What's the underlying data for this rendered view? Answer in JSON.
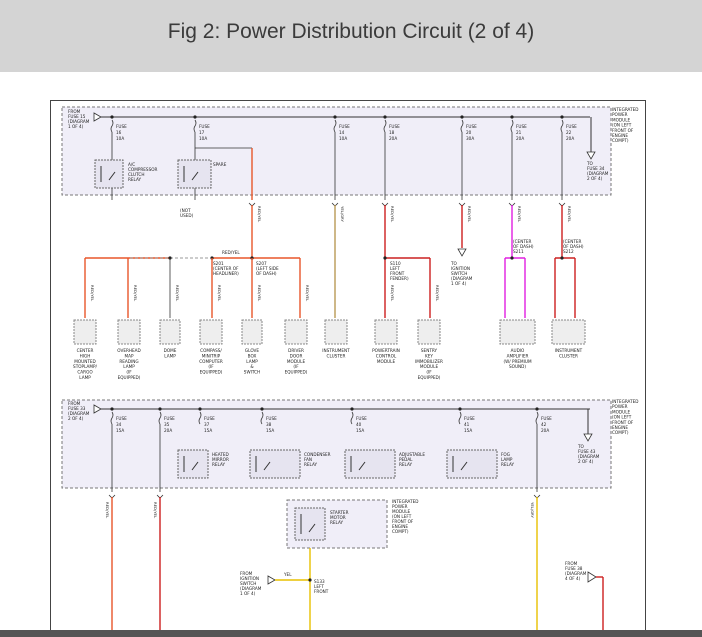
{
  "header": {
    "title": "Fig 2: Power Distribution Circuit (2 of 4)"
  },
  "module_top": {
    "from_label": [
      "FROM",
      "FUSE 15",
      "(DIAGRAM",
      "1 OF 4)"
    ],
    "side_label": [
      "INTEGRATED",
      "POWER",
      "MODULE",
      "(ON LEFT",
      "FRONT OF",
      "ENGINE",
      "COMPT)"
    ],
    "to_label": [
      "TO",
      "FUSE 34",
      "(DIAGRAM",
      "2 OF 4)"
    ],
    "fuses": [
      {
        "name": "FUSE",
        "num": "16",
        "amp": "10A"
      },
      {
        "name": "FUSE",
        "num": "17",
        "amp": "10A"
      },
      {
        "name": "FUSE",
        "num": "14",
        "amp": "10A"
      },
      {
        "name": "FUSE",
        "num": "18",
        "amp": "20A"
      },
      {
        "name": "FUSE",
        "num": "20",
        "amp": "30A"
      },
      {
        "name": "FUSE",
        "num": "21",
        "amp": "20A"
      },
      {
        "name": "FUSE",
        "num": "22",
        "amp": "20A"
      }
    ],
    "relays": [
      [
        "A/C",
        "COMPRESSOR",
        "CLUTCH",
        "RELAY"
      ],
      [
        "SPARE"
      ]
    ],
    "not_used": [
      "(NOT",
      "USED)"
    ]
  },
  "wires_top": [
    "RED/YEL",
    "RED/YEL",
    "YEL/GRY",
    "RED/YEL",
    "RED/YEL",
    "RED/YEL",
    "RED/YEL"
  ],
  "splices": {
    "s201": [
      "S201",
      "(CENTER OF",
      "HEADLINER)"
    ],
    "s207": [
      "S207",
      "(LEFT SIDE",
      "OF DASH)"
    ],
    "s110": [
      "S110",
      "LEFT",
      "FRONT",
      "FENDER)"
    ],
    "s211": [
      "(CENTER",
      "OF DASH)",
      "S211"
    ],
    "s212": [
      "(CENTER",
      "OF DASH)",
      "S212"
    ],
    "red_yel": "RED/YEL"
  },
  "to_ignition": [
    "TO",
    "IGNITION",
    "SWITCH",
    "(DIAGRAM",
    "1 OF 4)"
  ],
  "loads": [
    [
      "CENTER",
      "HIGH",
      "MOUNTED",
      "STOPLAMP/",
      "CARGO",
      "LAMP"
    ],
    [
      "OVERHEAD",
      "MAP",
      "READING",
      "LAMP",
      "(IF",
      "EQUIPPED)"
    ],
    [
      "DOME",
      "LAMP"
    ],
    [
      "COMPASS/",
      "MINITRIP",
      "COMPUTER",
      "(IF",
      "EQUIPPED)"
    ],
    [
      "GLOVE",
      "BOX",
      "LAMP",
      "&",
      "SWITCH"
    ],
    [
      "DRIVER",
      "DOOR",
      "MODULE",
      "(IF",
      "EQUIPPED)"
    ],
    [
      "INSTRUMENT",
      "CLUSTER"
    ],
    [
      "POWERTRAIN",
      "CONTROL",
      "MODULE"
    ],
    [
      "SENTRY",
      "KEY",
      "IMMOBILIZER",
      "MODULE",
      "(IF",
      "EQUIPPED)"
    ],
    [
      "AUDIO",
      "AMPLIFIER",
      "(W/ PREMIUM",
      "SOUND)"
    ],
    [
      "INSTRUMENT",
      "CLUSTER"
    ]
  ],
  "module_bottom": {
    "from_label": [
      "FROM",
      "FUSE 33",
      "(DIAGRAM",
      "2 OF 4)"
    ],
    "side_label": [
      "INTEGRATED",
      "POWER",
      "MODULE",
      "(ON LEFT",
      "FRONT OF",
      "ENGINE",
      "COMPT)"
    ],
    "to_label": [
      "TO",
      "FUSE 43",
      "(DIAGRAM",
      "2 OF 4)"
    ],
    "fuses": [
      {
        "name": "FUSE",
        "num": "34",
        "amp": "15A"
      },
      {
        "name": "FUSE",
        "num": "35",
        "amp": "20A"
      },
      {
        "name": "FUSE",
        "num": "37",
        "amp": "15A"
      },
      {
        "name": "FUSE",
        "num": "38",
        "amp": "15A"
      },
      {
        "name": "FUSE",
        "num": "40",
        "amp": "15A"
      },
      {
        "name": "FUSE",
        "num": "41",
        "amp": "15A"
      },
      {
        "name": "FUSE",
        "num": "42",
        "amp": "20A"
      }
    ],
    "relays": [
      [
        "HEATED",
        "MIRROR",
        "RELAY"
      ],
      [
        "CONDENSER",
        "FAN",
        "RELAY"
      ],
      [
        "ADJUSTABLE",
        "PEDAL",
        "RELAY"
      ],
      [
        "FOG",
        "LAMP",
        "RELAY"
      ]
    ]
  },
  "starter_module": {
    "label": [
      "INTEGRATED",
      "POWER",
      "MODULE",
      "(ON LEFT",
      "FRONT OF",
      "ENGINE",
      "COMPT)"
    ],
    "relay": [
      "STARTER",
      "MOTOR",
      "RELAY"
    ]
  },
  "bottom_labels": {
    "from_ignition": [
      "FROM",
      "IGNITION",
      "SWITCH",
      "(DIAGRAM",
      "1 OF 4)"
    ],
    "yel": "YEL",
    "s133": [
      "S133",
      "LEFT",
      "FRONT"
    ],
    "from_fuse38": [
      "FROM",
      "FUSE 38",
      "(DIAGRAM",
      "4 OF 4)"
    ]
  },
  "colors": {
    "orange": "#e8562a",
    "red": "#cc2020",
    "tan": "#b89a55",
    "magenta": "#e020e0",
    "yellow": "#e8c000",
    "module_fill": "#f0eef8",
    "module_border": "#777777"
  }
}
